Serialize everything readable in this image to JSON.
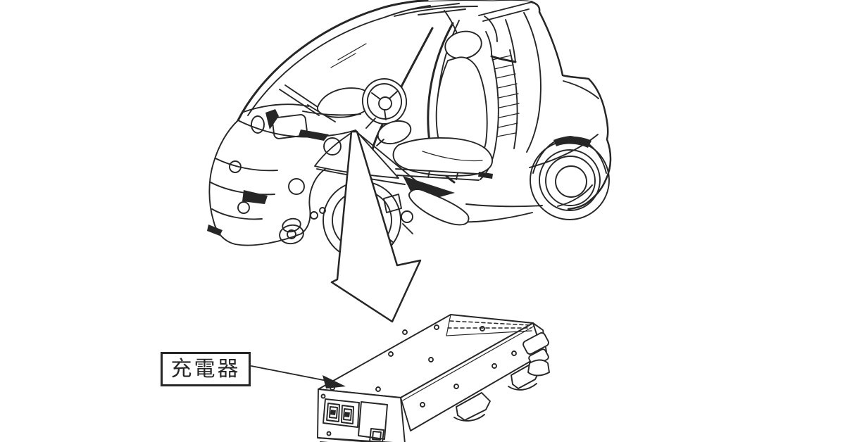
{
  "diagram": {
    "background": "#ffffff",
    "ink_color": "#262626",
    "callout": {
      "label": "充電器"
    },
    "parts": {
      "vehicle": "micro-ev-three-quarter-line-drawing",
      "pointer": "large-hollow-down-arrow",
      "component": "charger-unit-line-drawing"
    }
  }
}
